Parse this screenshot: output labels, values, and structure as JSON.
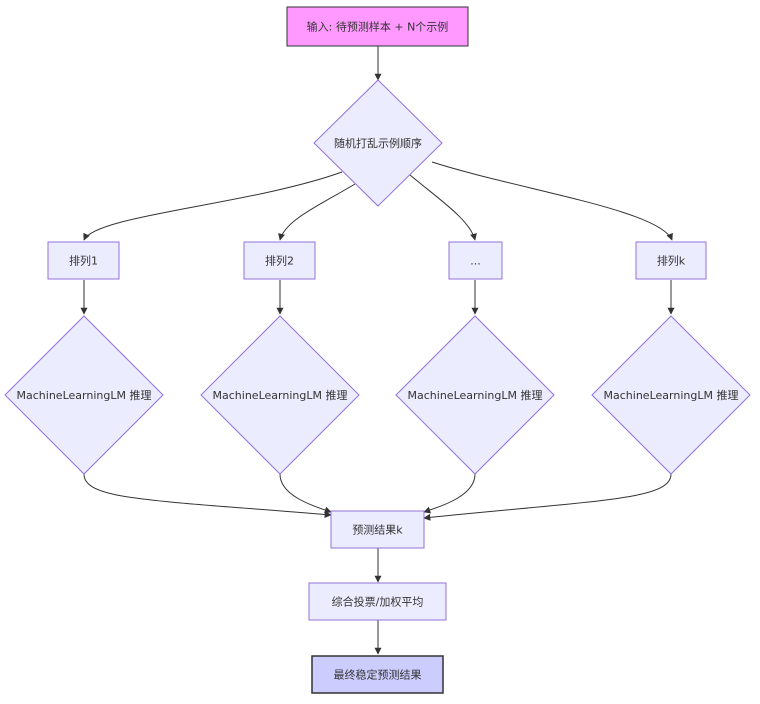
{
  "nodes": {
    "input": "输入: 待预测样本 + N个示例",
    "shuffle": "随机打乱示例顺序",
    "perm1": "排列1",
    "perm2": "排列2",
    "perm_ellipsis": "...",
    "permk": "排列k",
    "infer1": "MachineLearningLM 推理",
    "infer2": "MachineLearningLM 推理",
    "infer3": "MachineLearningLM 推理",
    "infer4": "MachineLearningLM 推理",
    "result": "预测结果k",
    "vote": "综合投票/加权平均",
    "final": "最终稳定预测结果"
  },
  "colors": {
    "default_fill": "#ECECFF",
    "default_stroke": "#9370DB",
    "input_fill": "#FF99FF",
    "input_stroke": "#333333",
    "final_fill": "#CCCCFF",
    "final_stroke": "#333333",
    "edge": "#333333"
  }
}
